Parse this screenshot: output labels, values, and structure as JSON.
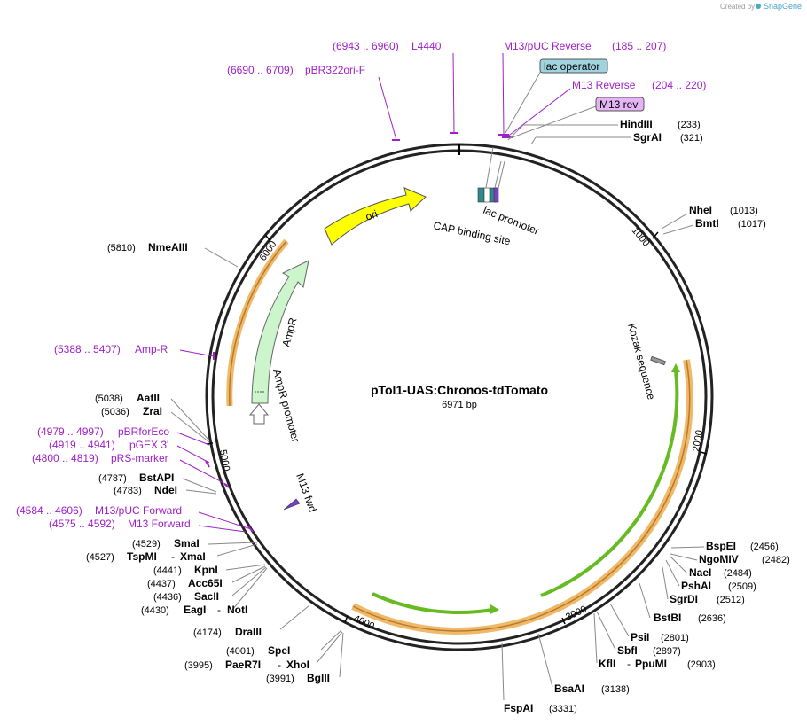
{
  "credit": {
    "text": "Created by",
    "brand": "SnapGene"
  },
  "plasmid": {
    "name": "pTol1-UAS:Chronos-tdTomato",
    "length": "6971 bp"
  },
  "tick_labels": [
    "1000",
    "2000",
    "3000",
    "4000",
    "5000",
    "6000"
  ],
  "features": {
    "ori": "ori",
    "ampr": "AmpR",
    "ampr_promoter": "AmpR promoter",
    "lac_promoter": "lac promoter",
    "cap_site": "CAP binding site",
    "kozak": "Kozak sequence",
    "m13_fwd": "M13 fwd"
  },
  "boxes": {
    "lac_operator": "lac operator",
    "m13_rev": "M13 rev"
  },
  "primers": [
    {
      "pos": "(6943 .. 6960)",
      "name": "L4440"
    },
    {
      "pos": "(6690 .. 6709)",
      "name": "pBR322ori-F"
    },
    {
      "pos": "(185 .. 207)",
      "name": "M13/pUC Reverse"
    },
    {
      "pos": "(204 .. 220)",
      "name": "M13 Reverse"
    },
    {
      "pos": "(5388 .. 5407)",
      "name": "Amp-R"
    },
    {
      "pos": "(4979 .. 4997)",
      "name": "pBRforEco"
    },
    {
      "pos": "(4919 .. 4941)",
      "name": "pGEX 3'"
    },
    {
      "pos": "(4800 .. 4819)",
      "name": "pRS-marker"
    },
    {
      "pos": "(4584 .. 4606)",
      "name": "M13/pUC Forward"
    },
    {
      "pos": "(4575 .. 4592)",
      "name": "M13 Forward"
    }
  ],
  "right_sites": [
    {
      "name": "HindIII",
      "pos": "(233)"
    },
    {
      "name": "SgrAI",
      "pos": "(321)"
    },
    {
      "name": "NheI",
      "pos": "(1013)"
    },
    {
      "name": "BmtI",
      "pos": "(1017)"
    },
    {
      "name": "BspEI",
      "pos": "(2456)"
    },
    {
      "name": "NgoMIV",
      "pos": "(2482)"
    },
    {
      "name": "NaeI",
      "pos": "(2484)"
    },
    {
      "name": "PshAI",
      "pos": "(2509)"
    },
    {
      "name": "SgrDI",
      "pos": "(2512)"
    },
    {
      "name": "BstBI",
      "pos": "(2636)"
    },
    {
      "name": "PsiI",
      "pos": "(2801)"
    },
    {
      "name": "SbfI",
      "pos": "(2897)"
    },
    {
      "name": "KflI",
      "sep": "-",
      "name2": "PpuMI",
      "pos": "(2903)"
    },
    {
      "name": "BsaAI",
      "pos": "(3138)"
    },
    {
      "name": "FspAI",
      "pos": "(3331)"
    }
  ],
  "left_sites": [
    {
      "pos": "(5810)",
      "name": "NmeAIII"
    },
    {
      "pos": "(5038)",
      "name": "AatII"
    },
    {
      "pos": "(5036)",
      "name": "ZraI"
    },
    {
      "pos": "(4787)",
      "name": "BstAPI"
    },
    {
      "pos": "(4783)",
      "name": "NdeI"
    },
    {
      "pos": "(4529)",
      "name": "SmaI"
    },
    {
      "pos": "(4527)",
      "name": "TspMI",
      "sep": "-",
      "name2": "XmaI"
    },
    {
      "pos": "(4441)",
      "name": "KpnI"
    },
    {
      "pos": "(4437)",
      "name": "Acc65I"
    },
    {
      "pos": "(4436)",
      "name": "SacII"
    },
    {
      "pos": "(4430)",
      "name": "EagI",
      "sep": "-",
      "name2": "NotI"
    },
    {
      "pos": "(4174)",
      "name": "DraIII"
    },
    {
      "pos": "(4001)",
      "name": "SpeI"
    },
    {
      "pos": "(3995)",
      "name": "PaeR7I",
      "sep": "-",
      "name2": "XhoI"
    },
    {
      "pos": "(3991)",
      "name": "BglII"
    }
  ],
  "colors": {
    "primer": "#a020c8",
    "ori": "#ffff00",
    "ampr": "#ccf5cc",
    "orange_band": "#f0b96a",
    "green_arrow": "#66bb22",
    "lac_operator_box": "#9fd3e0",
    "m13_rev_box": "#e6b3f5"
  }
}
